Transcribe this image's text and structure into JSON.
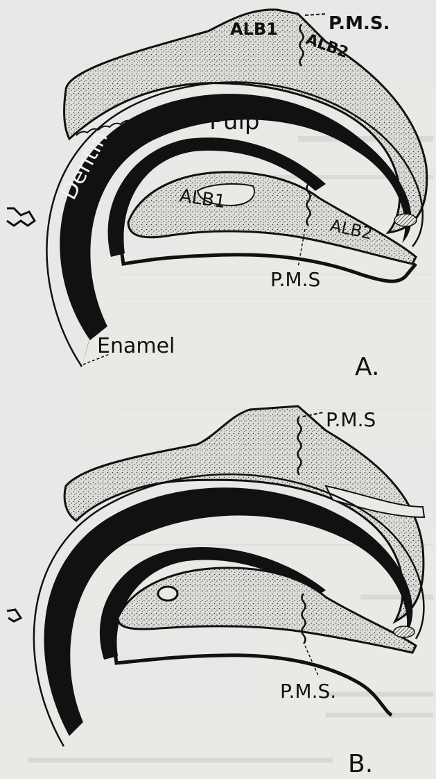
{
  "figure": {
    "panel_a": {
      "panel_label": "A.",
      "labels": {
        "pms_top": "P.M.S.",
        "alb1_top": "ALB1",
        "alb2_top": "ALB2",
        "pulp": "Pulp",
        "dentin": "Dentin",
        "alb1_inner": "ALB1",
        "alb2_inner": "ALB2",
        "pms_bottom": "P.M.S",
        "enamel": "Enamel"
      }
    },
    "panel_b": {
      "panel_label": "B.",
      "labels": {
        "pms_top": "P.M.S",
        "pms_bottom": "P.M.S."
      }
    }
  },
  "colors": {
    "ink": "#111111",
    "paper": "#e9e9e6",
    "bone_fill": "#dcdcd8"
  }
}
